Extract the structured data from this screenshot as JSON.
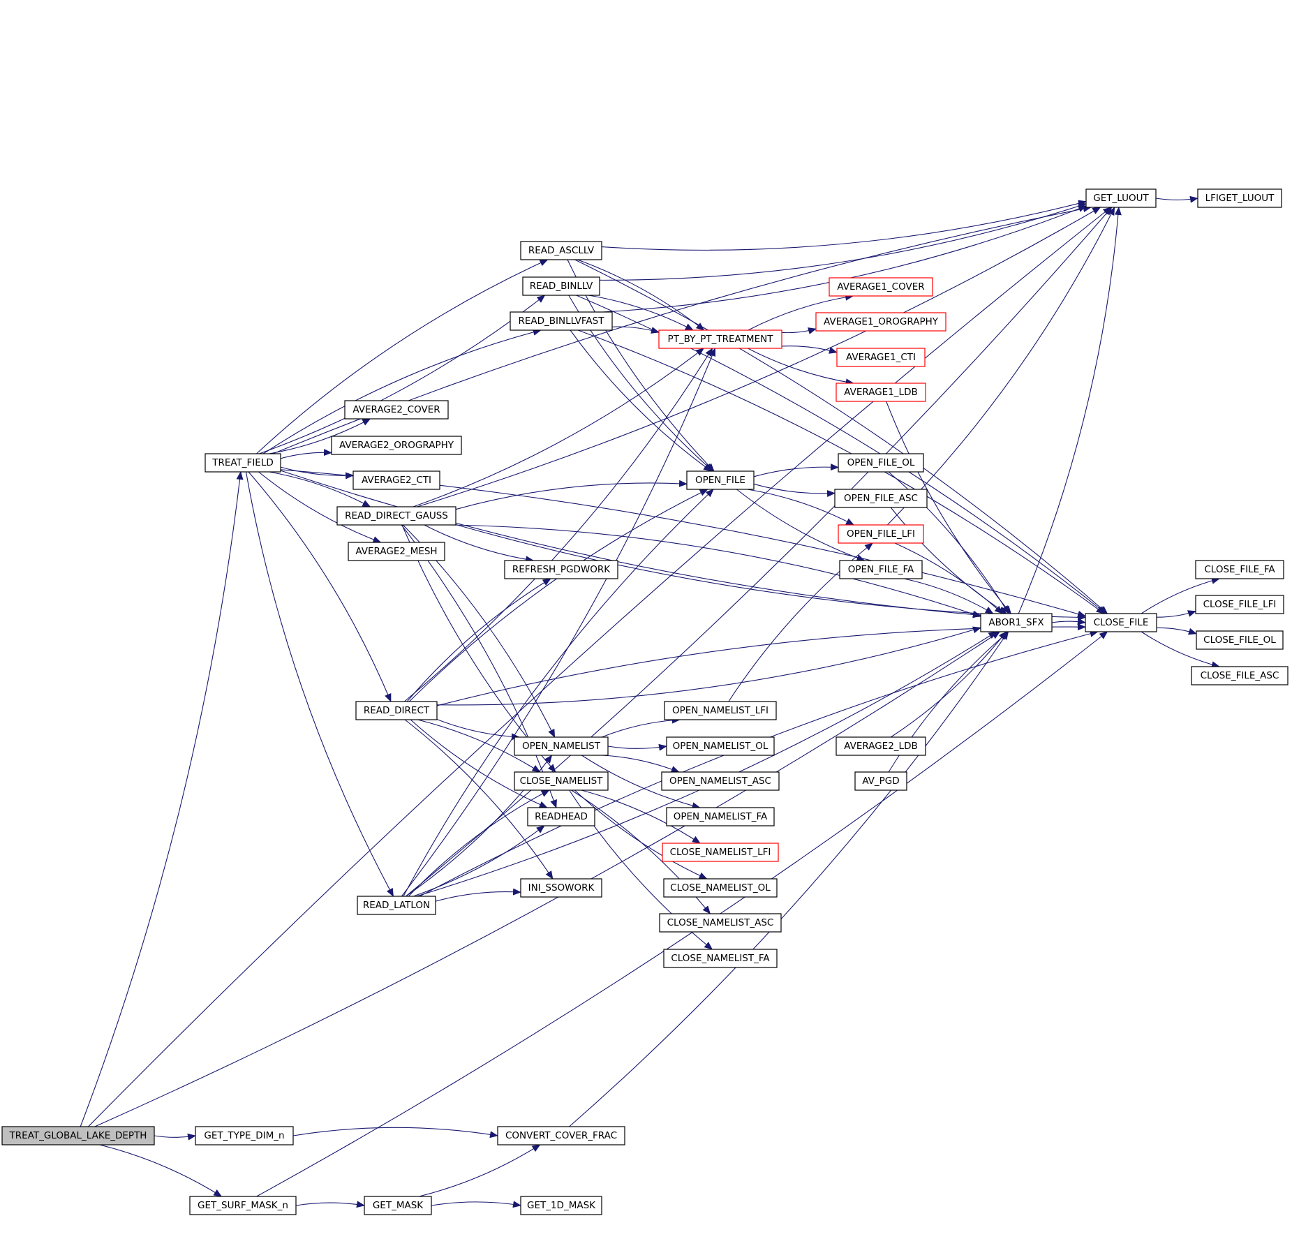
{
  "diagram": {
    "edge_color": "#191970",
    "highlight_color": "#ff0000",
    "root_fill": "#bfbfbf",
    "nodes": [
      {
        "id": "treat_global_lake_depth",
        "label": "TREAT_GLOBAL_LAKE_DEPTH",
        "style": "root"
      },
      {
        "id": "get_type_dim_n",
        "label": "GET_TYPE_DIM_n"
      },
      {
        "id": "convert_cover_frac",
        "label": "CONVERT_COVER_FRAC"
      },
      {
        "id": "get_surf_mask_n",
        "label": "GET_SURF_MASK_n"
      },
      {
        "id": "get_mask",
        "label": "GET_MASK"
      },
      {
        "id": "get_1d_mask",
        "label": "GET_1D_MASK"
      },
      {
        "id": "treat_field",
        "label": "TREAT_FIELD"
      },
      {
        "id": "read_ascllv",
        "label": "READ_ASCLLV"
      },
      {
        "id": "read_binllv",
        "label": "READ_BINLLV"
      },
      {
        "id": "read_binllvfast",
        "label": "READ_BINLLVFAST"
      },
      {
        "id": "average2_cover",
        "label": "AVERAGE2_COVER"
      },
      {
        "id": "average2_orography",
        "label": "AVERAGE2_OROGRAPHY"
      },
      {
        "id": "average2_cti",
        "label": "AVERAGE2_CTI"
      },
      {
        "id": "read_direct_gauss",
        "label": "READ_DIRECT_GAUSS"
      },
      {
        "id": "average2_mesh",
        "label": "AVERAGE2_MESH"
      },
      {
        "id": "refresh_pgdwork",
        "label": "REFRESH_PGDWORK"
      },
      {
        "id": "read_direct",
        "label": "READ_DIRECT"
      },
      {
        "id": "open_namelist",
        "label": "OPEN_NAMELIST"
      },
      {
        "id": "close_namelist",
        "label": "CLOSE_NAMELIST"
      },
      {
        "id": "readhead",
        "label": "READHEAD"
      },
      {
        "id": "ini_ssowork",
        "label": "INI_SSOWORK"
      },
      {
        "id": "read_latlon",
        "label": "READ_LATLON"
      },
      {
        "id": "pt_by_pt_treatment",
        "label": "PT_BY_PT_TREATMENT",
        "style": "red"
      },
      {
        "id": "open_file",
        "label": "OPEN_FILE"
      },
      {
        "id": "open_namelist_lfi",
        "label": "OPEN_NAMELIST_LFI"
      },
      {
        "id": "open_namelist_ol",
        "label": "OPEN_NAMELIST_OL"
      },
      {
        "id": "open_namelist_asc",
        "label": "OPEN_NAMELIST_ASC"
      },
      {
        "id": "open_namelist_fa",
        "label": "OPEN_NAMELIST_FA"
      },
      {
        "id": "close_namelist_lfi",
        "label": "CLOSE_NAMELIST_LFI",
        "style": "red"
      },
      {
        "id": "close_namelist_ol",
        "label": "CLOSE_NAMELIST_OL"
      },
      {
        "id": "close_namelist_asc",
        "label": "CLOSE_NAMELIST_ASC"
      },
      {
        "id": "close_namelist_fa",
        "label": "CLOSE_NAMELIST_FA"
      },
      {
        "id": "average1_cover",
        "label": "AVERAGE1_COVER",
        "style": "red"
      },
      {
        "id": "average1_orography",
        "label": "AVERAGE1_OROGRAPHY",
        "style": "red"
      },
      {
        "id": "average1_cti",
        "label": "AVERAGE1_CTI",
        "style": "red"
      },
      {
        "id": "average1_ldb",
        "label": "AVERAGE1_LDB",
        "style": "red"
      },
      {
        "id": "open_file_ol",
        "label": "OPEN_FILE_OL"
      },
      {
        "id": "open_file_asc",
        "label": "OPEN_FILE_ASC"
      },
      {
        "id": "open_file_lfi",
        "label": "OPEN_FILE_LFI",
        "style": "red"
      },
      {
        "id": "open_file_fa",
        "label": "OPEN_FILE_FA"
      },
      {
        "id": "average2_ldb",
        "label": "AVERAGE2_LDB"
      },
      {
        "id": "av_pgd",
        "label": "AV_PGD"
      },
      {
        "id": "abor1_sfx",
        "label": "ABOR1_SFX"
      },
      {
        "id": "get_luout",
        "label": "GET_LUOUT"
      },
      {
        "id": "lfiget_luout",
        "label": "LFIGET_LUOUT"
      },
      {
        "id": "close_file",
        "label": "CLOSE_FILE"
      },
      {
        "id": "close_file_fa",
        "label": "CLOSE_FILE_FA"
      },
      {
        "id": "close_file_lfi",
        "label": "CLOSE_FILE_LFI"
      },
      {
        "id": "close_file_ol",
        "label": "CLOSE_FILE_OL"
      },
      {
        "id": "close_file_asc",
        "label": "CLOSE_FILE_ASC"
      }
    ],
    "edges": [
      [
        "treat_global_lake_depth",
        "get_type_dim_n"
      ],
      [
        "treat_global_lake_depth",
        "get_surf_mask_n"
      ],
      [
        "treat_global_lake_depth",
        "treat_field"
      ],
      [
        "treat_global_lake_depth",
        "get_luout"
      ],
      [
        "treat_global_lake_depth",
        "abor1_sfx"
      ],
      [
        "get_type_dim_n",
        "convert_cover_frac"
      ],
      [
        "convert_cover_frac",
        "abor1_sfx"
      ],
      [
        "get_surf_mask_n",
        "get_mask"
      ],
      [
        "get_surf_mask_n",
        "close_file"
      ],
      [
        "get_mask",
        "get_1d_mask"
      ],
      [
        "get_mask",
        "convert_cover_frac"
      ],
      [
        "treat_field",
        "read_ascllv"
      ],
      [
        "treat_field",
        "read_binllv"
      ],
      [
        "treat_field",
        "read_binllvfast"
      ],
      [
        "treat_field",
        "average2_cover"
      ],
      [
        "treat_field",
        "average2_orography"
      ],
      [
        "treat_field",
        "average2_cti"
      ],
      [
        "treat_field",
        "read_direct_gauss"
      ],
      [
        "treat_field",
        "average2_mesh"
      ],
      [
        "treat_field",
        "read_direct"
      ],
      [
        "treat_field",
        "read_latlon"
      ],
      [
        "treat_field",
        "get_luout"
      ],
      [
        "treat_field",
        "abor1_sfx"
      ],
      [
        "treat_field",
        "close_file"
      ],
      [
        "read_ascllv",
        "get_luout"
      ],
      [
        "read_ascllv",
        "pt_by_pt_treatment"
      ],
      [
        "read_ascllv",
        "open_file"
      ],
      [
        "read_ascllv",
        "close_file"
      ],
      [
        "read_binllv",
        "get_luout"
      ],
      [
        "read_binllv",
        "pt_by_pt_treatment"
      ],
      [
        "read_binllv",
        "open_file"
      ],
      [
        "read_binllv",
        "close_file"
      ],
      [
        "read_binllvfast",
        "get_luout"
      ],
      [
        "read_binllvfast",
        "pt_by_pt_treatment"
      ],
      [
        "read_binllvfast",
        "open_file"
      ],
      [
        "read_binllvfast",
        "close_file"
      ],
      [
        "read_direct_gauss",
        "pt_by_pt_treatment"
      ],
      [
        "read_direct_gauss",
        "open_file"
      ],
      [
        "read_direct_gauss",
        "refresh_pgdwork"
      ],
      [
        "read_direct_gauss",
        "open_namelist"
      ],
      [
        "read_direct_gauss",
        "close_namelist"
      ],
      [
        "read_direct_gauss",
        "readhead"
      ],
      [
        "read_direct_gauss",
        "get_luout"
      ],
      [
        "read_direct_gauss",
        "abor1_sfx"
      ],
      [
        "read_direct_gauss",
        "close_file"
      ],
      [
        "read_direct",
        "refresh_pgdwork"
      ],
      [
        "read_direct",
        "pt_by_pt_treatment"
      ],
      [
        "read_direct",
        "open_file"
      ],
      [
        "read_direct",
        "open_namelist"
      ],
      [
        "read_direct",
        "close_namelist"
      ],
      [
        "read_direct",
        "readhead"
      ],
      [
        "read_direct",
        "ini_ssowork"
      ],
      [
        "read_direct",
        "abor1_sfx"
      ],
      [
        "read_direct",
        "close_file"
      ],
      [
        "read_latlon",
        "open_namelist"
      ],
      [
        "read_latlon",
        "close_namelist"
      ],
      [
        "read_latlon",
        "readhead"
      ],
      [
        "read_latlon",
        "ini_ssowork"
      ],
      [
        "read_latlon",
        "pt_by_pt_treatment"
      ],
      [
        "read_latlon",
        "open_file"
      ],
      [
        "read_latlon",
        "abor1_sfx"
      ],
      [
        "read_latlon",
        "close_file"
      ],
      [
        "read_latlon",
        "get_luout"
      ],
      [
        "pt_by_pt_treatment",
        "average1_cover"
      ],
      [
        "pt_by_pt_treatment",
        "average1_orography"
      ],
      [
        "pt_by_pt_treatment",
        "average1_cti"
      ],
      [
        "pt_by_pt_treatment",
        "average1_ldb"
      ],
      [
        "open_file",
        "open_file_ol"
      ],
      [
        "open_file",
        "open_file_asc"
      ],
      [
        "open_file",
        "open_file_lfi"
      ],
      [
        "open_file",
        "open_file_fa"
      ],
      [
        "open_namelist",
        "open_namelist_lfi"
      ],
      [
        "open_namelist",
        "open_namelist_ol"
      ],
      [
        "open_namelist",
        "open_namelist_asc"
      ],
      [
        "open_namelist",
        "open_namelist_fa"
      ],
      [
        "close_namelist",
        "close_namelist_lfi"
      ],
      [
        "close_namelist",
        "close_namelist_ol"
      ],
      [
        "close_namelist",
        "close_namelist_asc"
      ],
      [
        "close_namelist",
        "close_namelist_fa"
      ],
      [
        "open_namelist_lfi",
        "open_file_lfi"
      ],
      [
        "average1_ldb",
        "abor1_sfx"
      ],
      [
        "open_file_ol",
        "abor1_sfx"
      ],
      [
        "open_file_asc",
        "abor1_sfx"
      ],
      [
        "open_file_lfi",
        "abor1_sfx"
      ],
      [
        "open_file_lfi",
        "get_luout"
      ],
      [
        "open_file_fa",
        "abor1_sfx"
      ],
      [
        "average2_ldb",
        "abor1_sfx"
      ],
      [
        "av_pgd",
        "abor1_sfx"
      ],
      [
        "abor1_sfx",
        "get_luout"
      ],
      [
        "abor1_sfx",
        "close_file"
      ],
      [
        "get_luout",
        "lfiget_luout"
      ],
      [
        "close_file",
        "close_file_fa"
      ],
      [
        "close_file",
        "close_file_lfi"
      ],
      [
        "close_file",
        "close_file_ol"
      ],
      [
        "close_file",
        "close_file_asc"
      ]
    ]
  }
}
